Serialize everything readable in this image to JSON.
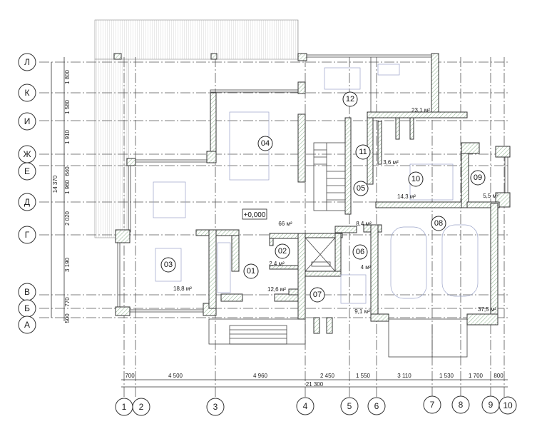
{
  "plan": {
    "level_mark": "+0,000",
    "axes_letters": [
      "Л",
      "К",
      "И",
      "Ж",
      "Е",
      "Д",
      "Г",
      "В",
      "Б",
      "А"
    ],
    "axes_numbers": [
      "1",
      "2",
      "3",
      "4",
      "5",
      "6",
      "7",
      "8",
      "9",
      "10"
    ],
    "vertical_dims": [
      "1 800",
      "1 580",
      "1 910",
      "640",
      "1 960",
      "2 020",
      "3 190",
      "770",
      "500"
    ],
    "vertical_total": "14 370",
    "horizontal_dims": [
      "700",
      "4 500",
      "4 960",
      "2 450",
      "1 550",
      "3 110",
      "1 530",
      "1 700",
      "800"
    ],
    "horizontal_total": "21 300",
    "rooms": [
      {
        "num": "01",
        "area": "12,6 м²"
      },
      {
        "num": "02",
        "area": "2,4 м²"
      },
      {
        "num": "03",
        "area": "18,8 м²"
      },
      {
        "num": "04",
        "area": "66 м²"
      },
      {
        "num": "05",
        "area": "8,4 м²"
      },
      {
        "num": "06",
        "area": "4 м²"
      },
      {
        "num": "07",
        "area": "9,1 м²"
      },
      {
        "num": "08",
        "area": "37,5 м²"
      },
      {
        "num": "09",
        "area": "5,5 м²"
      },
      {
        "num": "10",
        "area": "14,3 м²"
      },
      {
        "num": "11",
        "area": "3,6 м²"
      },
      {
        "num": "12",
        "area": "23,1 м²"
      }
    ]
  }
}
